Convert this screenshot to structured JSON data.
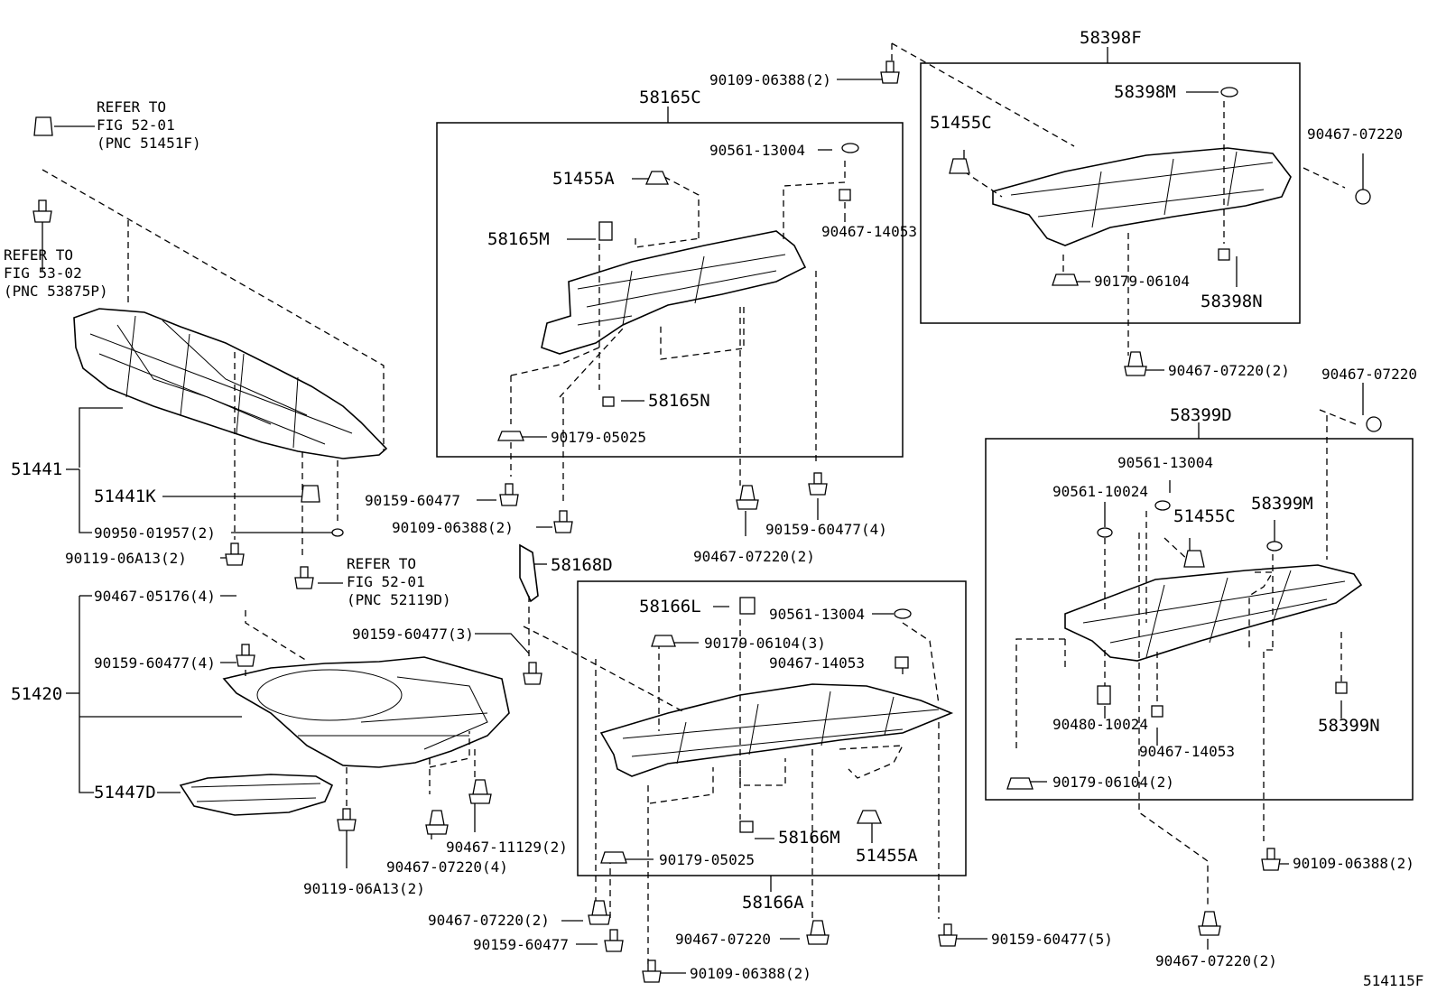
{
  "diagram_code": "514115F",
  "references": [
    {
      "line1": "REFER TO",
      "line2": "FIG 52-01",
      "line3": "(PNC 51451F)"
    },
    {
      "line1": "REFER TO",
      "line2": "FIG 53-02",
      "line3": "(PNC 53875P)"
    },
    {
      "line1": "REFER TO",
      "line2": "FIG 52-01",
      "line3": "(PNC 52119D)"
    }
  ],
  "assemblies": [
    "58398F",
    "58165C",
    "58399D",
    "58166A",
    "51441",
    "51420"
  ],
  "labels": {
    "p58398M": "58398M",
    "p51455C_a": "51455C",
    "p90467_07220_a": "90467-07220",
    "p90179_06104_a": "90179-06104",
    "p58398N": "58398N",
    "p90467_07220_2a": "90467-07220(2)",
    "p90109_06388_2a": "90109-06388(2)",
    "p90561_13004_a": "90561-13004",
    "p51455A_a": "51455A",
    "p90467_14053_a": "90467-14053",
    "p58165M": "58165M",
    "p58165N": "58165N",
    "p90179_05025_a": "90179-05025",
    "p90159_60477_a": "90159-60477",
    "p90109_06388_2b": "90109-06388(2)",
    "p90159_60477_4a": "90159-60477(4)",
    "p90467_07220_2b": "90467-07220(2)",
    "p58168D": "58168D",
    "p90467_07220_b": "90467-07220",
    "p90561_13004_b": "90561-13004",
    "p90561_10024": "90561-10024",
    "p51455C_b": "51455C",
    "p58399M": "58399M",
    "p90480_10024": "90480-10024",
    "p90467_14053_b": "90467-14053",
    "p58399N": "58399N",
    "p90179_06104_2": "90179-06104(2)",
    "p90109_06388_2c": "90109-06388(2)",
    "p90467_07220_2c": "90467-07220(2)",
    "p58166L": "58166L",
    "p90561_13004_c": "90561-13004",
    "p90179_06104_3": "90179-06104(3)",
    "p90467_14053_c": "90467-14053",
    "p58166M": "58166M",
    "p51455A_b": "51455A",
    "p90179_05025_b": "90179-05025",
    "p90467_07220_2d": "90467-07220(2)",
    "p90159_60477_b": "90159-60477",
    "p90467_07220_c": "90467-07220",
    "p90159_60477_5": "90159-60477(5)",
    "p90109_06388_2d": "90109-06388(2)",
    "p51441K": "51441K",
    "p90950_01957_2": "90950-01957(2)",
    "p90119_06A13_2a": "90119-06A13(2)",
    "p90467_05176_4": "90467-05176(4)",
    "p90159_60477_4b": "90159-60477(4)",
    "p51447D": "51447D",
    "p90159_60477_3": "90159-60477(3)",
    "p90467_11129_2": "90467-11129(2)",
    "p90467_07220_4": "90467-07220(4)",
    "p90119_06A13_2b": "90119-06A13(2)"
  }
}
